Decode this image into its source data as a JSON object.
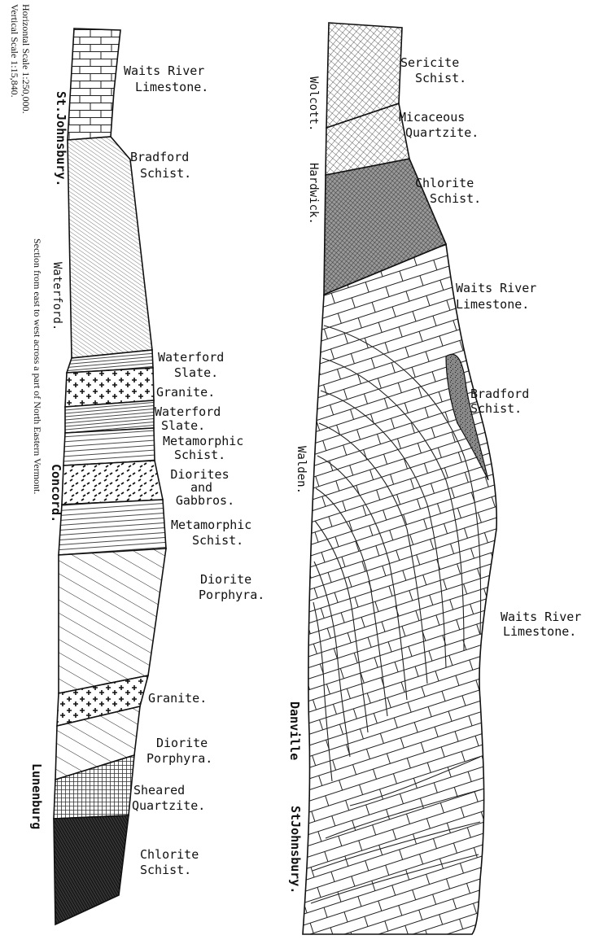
{
  "scale": {
    "vertical": "Vertical Scale 1:15,840.",
    "horizontal": "Horizontal Scale 1:250,000."
  },
  "caption": "Section from east to west across a part of North Eastern Vermont.",
  "left_section": {
    "places": [
      "St.Johnsbury.",
      "Waterford.",
      "Concord.",
      "Lunenburg"
    ],
    "layers": [
      {
        "label_lines": [
          "Waits River",
          "Limestone."
        ]
      },
      {
        "label_lines": [
          "Bradford",
          "Schist."
        ]
      },
      {
        "label_lines": [
          "Waterford",
          "Slate."
        ]
      },
      {
        "label_lines": [
          "Granite."
        ]
      },
      {
        "label_lines": [
          "Waterford",
          "Slate."
        ]
      },
      {
        "label_lines": [
          "Metamorphic",
          "Schist."
        ]
      },
      {
        "label_lines": [
          "Diorites",
          "and",
          "Gabbros."
        ]
      },
      {
        "label_lines": [
          "Metamorphic",
          "Schist."
        ]
      },
      {
        "label_lines": [
          "Diorite",
          "Porphyra."
        ]
      },
      {
        "label_lines": [
          "Granite."
        ]
      },
      {
        "label_lines": [
          "Diorite",
          "Porphyra."
        ]
      },
      {
        "label_lines": [
          "Sheared",
          "Quartzite."
        ]
      },
      {
        "label_lines": [
          "Chlorite",
          "Schist."
        ]
      }
    ]
  },
  "right_section": {
    "places": [
      "Wolcott.",
      "Hardwick.",
      "Walden.",
      "Danville",
      "StJohnsbury."
    ],
    "layers": [
      {
        "label_lines": [
          "Sericite",
          "Schist."
        ]
      },
      {
        "label_lines": [
          "Micaceous",
          "Quartzite."
        ]
      },
      {
        "label_lines": [
          "Chlorite",
          "Schist."
        ]
      },
      {
        "label_lines": [
          "Waits River",
          "Limestone."
        ]
      },
      {
        "label_lines": [
          "Bradford",
          "Schist."
        ]
      },
      {
        "label_lines": [
          "Waits River",
          "Limestone."
        ]
      }
    ]
  }
}
